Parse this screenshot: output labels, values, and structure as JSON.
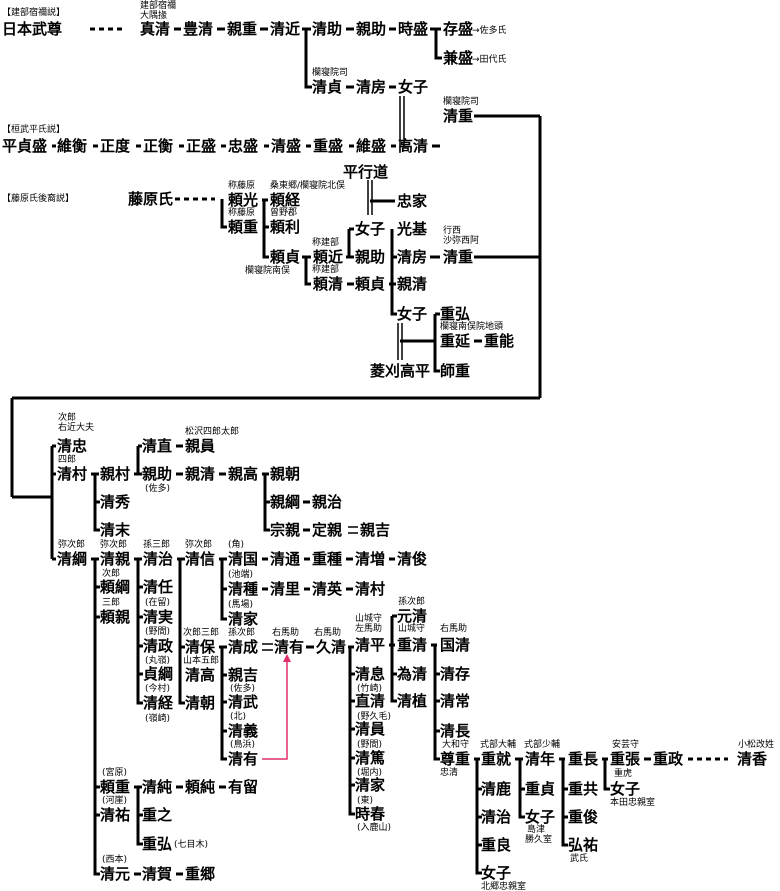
{
  "names": [
    "日本武尊",
    "真清",
    "豊清",
    "親重",
    "清近",
    "清助",
    "親助",
    "時盛",
    "存盛",
    "兼盛",
    "清貞",
    "清房",
    "女子",
    "清重",
    "平貞盛",
    "維衡",
    "正度",
    "正衡",
    "正盛",
    "忠盛",
    "清盛",
    "重盛",
    "維盛",
    "高清",
    "平行道",
    "藤原氏",
    "頼光",
    "頼経",
    "忠家",
    "頼重",
    "頼利",
    "女子",
    "光基",
    "頼貞",
    "頼近",
    "親助",
    "清房",
    "清重",
    "頼清",
    "頼貞",
    "親清",
    "女子",
    "重弘",
    "重延",
    "重能",
    "菱刈高平",
    "師重",
    "清忠",
    "清直",
    "親員",
    "清村",
    "親村",
    "親助",
    "親清",
    "親高",
    "親朝",
    "清秀",
    "親綱",
    "親治",
    "清末",
    "宗親",
    "定親",
    "親吉",
    "清綱",
    "清親",
    "清治",
    "清信",
    "清国",
    "清通",
    "重種",
    "清増",
    "清俊",
    "頼綱",
    "清任",
    "清種",
    "清里",
    "清英",
    "清村",
    "頼親",
    "清実",
    "清家",
    "清政",
    "清保",
    "清成",
    "清有",
    "久清",
    "貞綱",
    "清高",
    "親吉",
    "清経",
    "清朝",
    "清武",
    "清義",
    "清有",
    "元清",
    "清平",
    "重清",
    "国清",
    "清息",
    "為清",
    "清存",
    "直清",
    "清植",
    "清常",
    "清員",
    "清長",
    "清篤",
    "尊重",
    "重就",
    "清年",
    "重長",
    "重張",
    "重政",
    "清香",
    "清家",
    "清鹿",
    "重貞",
    "重共",
    "女子",
    "時春",
    "清治",
    "女子",
    "重俊",
    "重良",
    "弘祐",
    "女子",
    "頼重",
    "清純",
    "頼純",
    "有留",
    "清祐",
    "重之",
    "重弘",
    "清元",
    "清賀",
    "重郷"
  ],
  "notes": [
    "【建部宿禰説】",
    "建部宿禰",
    "大隅掾",
    "→佐多氏",
    "→田代氏",
    "欄寝院司",
    "欄寝院司",
    "【桓武平氏説】",
    "【藤原氏後裔説】",
    "称藤原",
    "桑東郷/欄寝院北俣",
    "称藤原",
    "曾野郡",
    "行西",
    "沙弥西阿",
    "称建部",
    "欄寝院南俣",
    "称建部",
    "欄寝南俣院地頭",
    "次郎",
    "右近大夫",
    "松沢四郎太郎",
    "四郎",
    "(佐多)",
    "弥次郎",
    "弥次郎",
    "孫三郎",
    "弥次郎",
    "(角)",
    "次郎",
    "(在留)",
    "(池端)",
    "三郎",
    "(馬場)",
    "(野間)",
    "次郎三郎",
    "孫次郎",
    "右馬助",
    "右馬助",
    "(丸嶺)",
    "山本五郎",
    "(今村)",
    "(佐多)",
    "(嶺崎)",
    "(北)",
    "(鳥浜)",
    "孫次郎",
    "山城守",
    "左馬助",
    "山城守",
    "右馬助",
    "(竹崎)",
    "(野久毛)",
    "(野間)",
    "(堀内)",
    "(東)",
    "(入鹿山)",
    "大和守",
    "忠清",
    "式部大輔",
    "式部少輔",
    "安芸守",
    "小松改姓",
    "重虎",
    "本田忠親室",
    "島津",
    "勝久室",
    "武氏",
    "北郷忠親室",
    "(宮原)",
    "(河崖)",
    "(七目木)",
    "(西本)"
  ],
  "colors": {
    "line": "#000000",
    "arrow": "#e0306a"
  }
}
